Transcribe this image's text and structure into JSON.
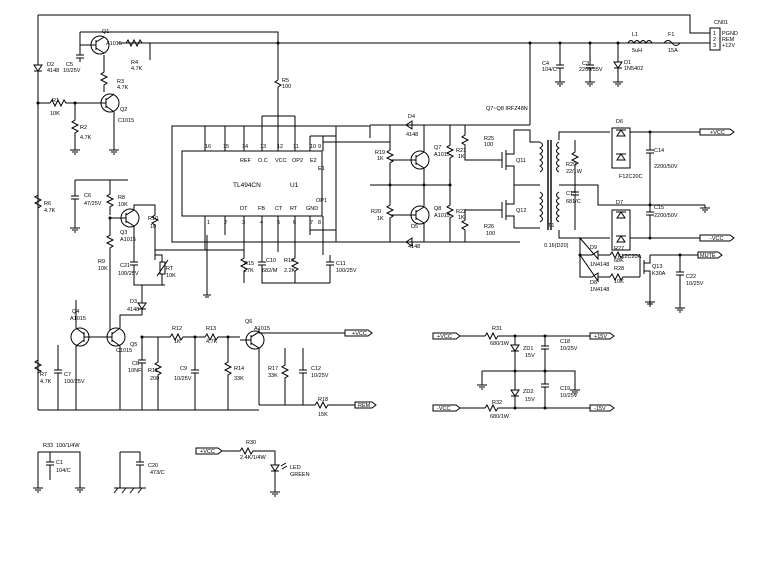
{
  "labels": {
    "Q1": "Q1",
    "Q1v": "A1015",
    "C5": "C5",
    "C5v": "10/25V",
    "R3": "R3",
    "R3v": "4.7K",
    "R4": "R4",
    "R4v": "4.7K",
    "R5": "R5",
    "R5v": "100",
    "Q2": "Q2",
    "Q2v": "C1015",
    "D2": "D2",
    "D2v": "4148",
    "R1": "R1",
    "R1v": "10K",
    "R2": "R2",
    "R2v": "4.7K",
    "C6": "C6",
    "C6v": "47/25V",
    "R6": "R6",
    "R6v": "4.7K",
    "R8": "R8",
    "R8v": "10K",
    "Q3": "Q3",
    "Q3v": "A1015",
    "R10": "R10",
    "R10v": "10",
    "R9": "R9",
    "R9v": "10K",
    "C21": "C21",
    "C21v": "100/25V",
    "RT": "RT",
    "RTv": "10K",
    "D3": "D3",
    "D3v": "4148",
    "Q4": "Q4",
    "Q4v": "A1015",
    "Q5": "Q5",
    "Q5v": "C1015",
    "R7": "R7",
    "R7v": "4.7K",
    "C7": "C7",
    "C7v": "100/25V",
    "R12": "R12",
    "R12v": "1K",
    "R13": "R13",
    "R13v": "4.7K",
    "C8": "C8",
    "C8v": "10NF",
    "R11": "R11",
    "R11v": "200",
    "C9": "C9",
    "C9v": "10/25V",
    "R14": "R14",
    "R14v": "33K",
    "Q6": "Q6",
    "Q6v": "A1015",
    "R17": "R17",
    "R17v": "33K",
    "C12": "C12",
    "C12v": "10/25V",
    "R18": "R18",
    "R18v": "15K",
    "REM": "REM",
    "VCC": "+VCC",
    "U1": "U1",
    "U1v": "TL494CN",
    "pin1": "1",
    "pin2": "2",
    "pin3": "3",
    "pin4": "4",
    "pin5": "5",
    "pin6": "6",
    "pin7": "7",
    "pin8": "8",
    "pin9": "9",
    "pin10": "10",
    "pin11": "11",
    "pin12": "12",
    "pin13": "13",
    "pin14": "14",
    "pin15": "15",
    "pin16": "16",
    "REF": "REF",
    "OC": "O.C",
    "VCCp": "VCC",
    "OP2": "OP2",
    "E2": "E2",
    "E1": "E1",
    "DTp": "DT",
    "FBp": "FB",
    "CT": "CT",
    "RT2": "RT",
    "GND": "GND",
    "OP1": "OP1",
    "C10": "C10",
    "C10v": "682/M",
    "R15": "R15",
    "R15v": "27K",
    "R16": "R16",
    "R16v": "2.2K",
    "C11": "C11",
    "C11v": "100/25V",
    "QN": "Q7~Q8 IRFZ48N",
    "D4": "D4",
    "D4v": "4148",
    "D5": "D5",
    "D5v": "4148",
    "Q7": "Q7",
    "Q7v": "A1015",
    "Q8": "Q8",
    "Q8v": "A1015",
    "R19": "R19",
    "R19v": "1K",
    "R20": "R20",
    "R20v": "1K",
    "R21": "R21",
    "R21v": "1K",
    "R22": "R22",
    "R22v": "1K",
    "R25": "R25",
    "R25v": "100",
    "R26": "R26",
    "R26v": "100",
    "Q11": "Q11",
    "Q12": "Q12",
    "T1": "T1",
    "T1v": "0.16(D20)",
    "R29": "R29",
    "R29v": "22/1W",
    "C13": "C13",
    "C13v": "681/C",
    "C4": "C4",
    "C4v": "104/C",
    "C3": "C3",
    "C3v": "2200/35V",
    "D1": "D1",
    "D1v": "1N5402",
    "L1": "L1",
    "L1v": "5uH",
    "F1": "F1",
    "F1v": "15A",
    "CN01": "CN01",
    "PGND": "PGND",
    "REMc": "REM",
    "P12": "+12V",
    "cn1": "1",
    "cn2": "2",
    "cn3": "3",
    "D6": "D6",
    "D6v": "F12C20C",
    "D7": "D7",
    "D7v": "F12C20A",
    "C14": "C14",
    "C14v": "2200/50V",
    "C15": "C15",
    "C15v": "2200/50V",
    "PVCC": "+VCC",
    "NVCC": "-VCC",
    "D9": "D9",
    "D9v": "1N4148",
    "D8": "D8",
    "D8v": "1N4148",
    "R27": "R27",
    "R27v": "68K",
    "R28": "R28",
    "R28v": "10K",
    "Q13": "Q13",
    "Q13v": "K30A",
    "MUTE": "MUTE",
    "C22": "C22",
    "C22v": "10/25V",
    "R31": "R31",
    "R31v": "680/1W",
    "R32": "R32",
    "R32v": "680/1W",
    "ZD1": "ZD1",
    "ZD1v": "15V",
    "ZD2": "ZD2",
    "ZD2v": "15V",
    "C18": "C18",
    "C18v": "10/25V",
    "C19": "C19",
    "C19v": "10/25V",
    "P15": "+15V",
    "N15": "-15V",
    "PVCC2": "+VCC",
    "NVCC2": "-VCC",
    "R33": "R33",
    "R33v": "100/1/4W",
    "C1": "C1",
    "C1v": "104/C",
    "C20": "C20",
    "C20v": "473/C",
    "R30": "R30",
    "R30v": "2.4K/1/4W",
    "LED": "LED",
    "LEDv": "GREEN",
    "PVCC3": "+VCC"
  }
}
